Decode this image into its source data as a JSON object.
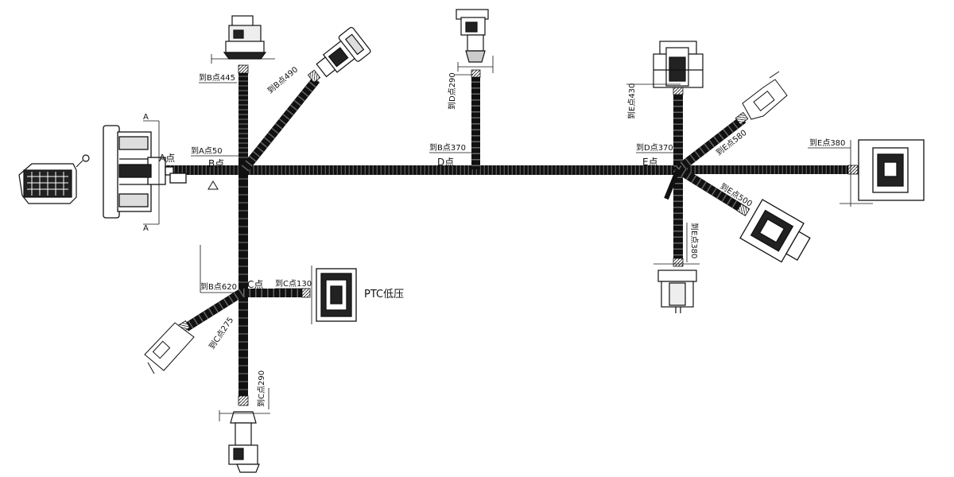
{
  "points": {
    "A": "A点",
    "B": "B点",
    "C": "C点",
    "D": "D点",
    "E": "E点"
  },
  "dims": {
    "to_a_50": "到A点50",
    "to_b_445": "到B点445",
    "to_b_490": "到B点490",
    "to_b_620": "到B点620",
    "to_c_130": "到C点130",
    "to_c_275": "到C点275",
    "to_c_290": "到C点290",
    "to_b_370": "到B点370",
    "to_d_290": "到D点290",
    "to_d_370": "到D点370",
    "to_e_430": "到E点430",
    "to_e_580": "到E点580",
    "to_e_380_right": "到E点380",
    "to_e_500": "到E点500",
    "to_e_380_down": "到E点380"
  },
  "marks": {
    "section_top": "A",
    "section_bottom": "A"
  },
  "connector_labels": {
    "ptc": "PTC低压"
  }
}
